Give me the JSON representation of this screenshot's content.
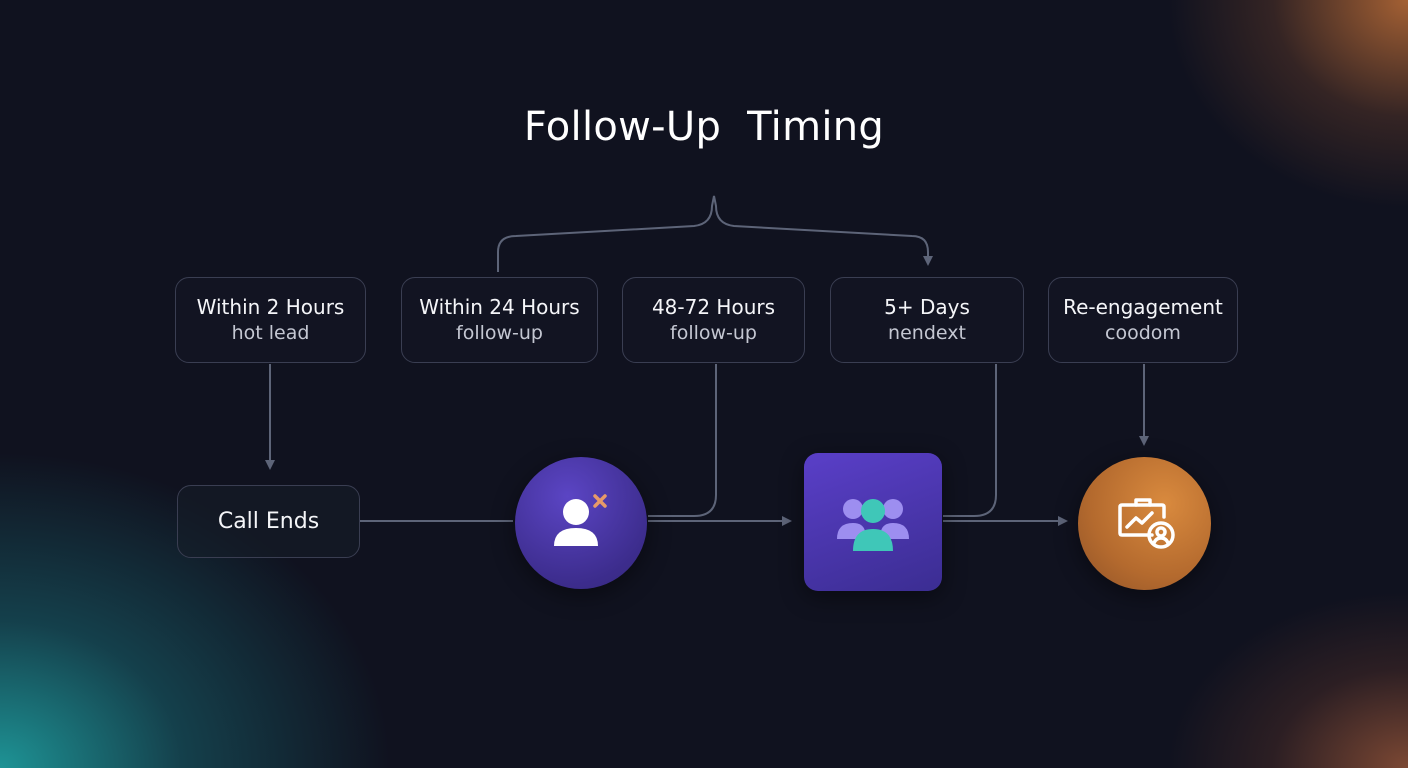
{
  "title": "Follow-Up  Timing",
  "timing_boxes": [
    {
      "heading": "Within 2 Hours",
      "sub": "hot lead"
    },
    {
      "heading": "Within 24 Hours",
      "sub": "follow-up"
    },
    {
      "heading": "48-72 Hours",
      "sub": "follow-up"
    },
    {
      "heading": "5+ Days",
      "sub": "nendext"
    },
    {
      "heading": "Re-engagement",
      "sub": "coodom"
    }
  ],
  "start_node": {
    "label": "Call Ends"
  },
  "icons": {
    "node_1": "user-x-icon",
    "node_2": "user-group-icon",
    "node_3": "briefcase-user-icon"
  },
  "colors": {
    "background": "#10121f",
    "purple": "#4a37a8",
    "orange": "#c77a36",
    "teal": "#3fc7b8",
    "connector": "#5d6478"
  }
}
